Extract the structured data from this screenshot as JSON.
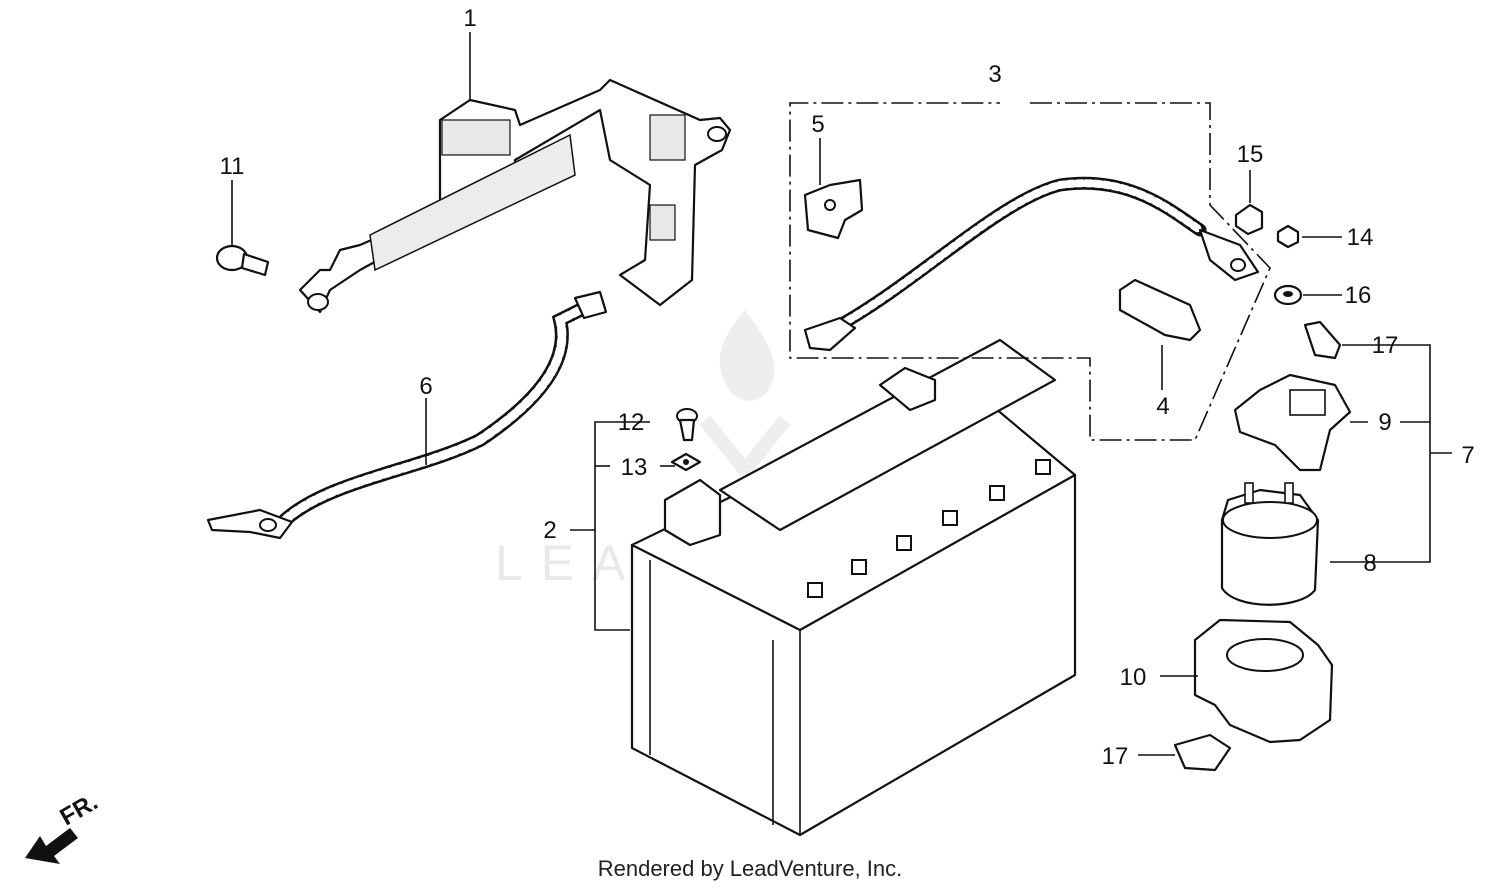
{
  "callouts": [
    {
      "id": "c1",
      "text": "1"
    },
    {
      "id": "c2",
      "text": "2"
    },
    {
      "id": "c3",
      "text": "3"
    },
    {
      "id": "c4",
      "text": "4"
    },
    {
      "id": "c5",
      "text": "5"
    },
    {
      "id": "c6",
      "text": "6"
    },
    {
      "id": "c7",
      "text": "7"
    },
    {
      "id": "c8",
      "text": "8"
    },
    {
      "id": "c9",
      "text": "9"
    },
    {
      "id": "c10",
      "text": "10"
    },
    {
      "id": "c11",
      "text": "11"
    },
    {
      "id": "c12",
      "text": "12"
    },
    {
      "id": "c13",
      "text": "13"
    },
    {
      "id": "c14",
      "text": "14"
    },
    {
      "id": "c15",
      "text": "15"
    },
    {
      "id": "c16",
      "text": "16"
    },
    {
      "id": "c17a",
      "text": "17"
    },
    {
      "id": "c17b",
      "text": "17"
    }
  ],
  "front_indicator": "FR.",
  "watermark": "LEADVENTURE",
  "footer": "Rendered by LeadVenture, Inc."
}
